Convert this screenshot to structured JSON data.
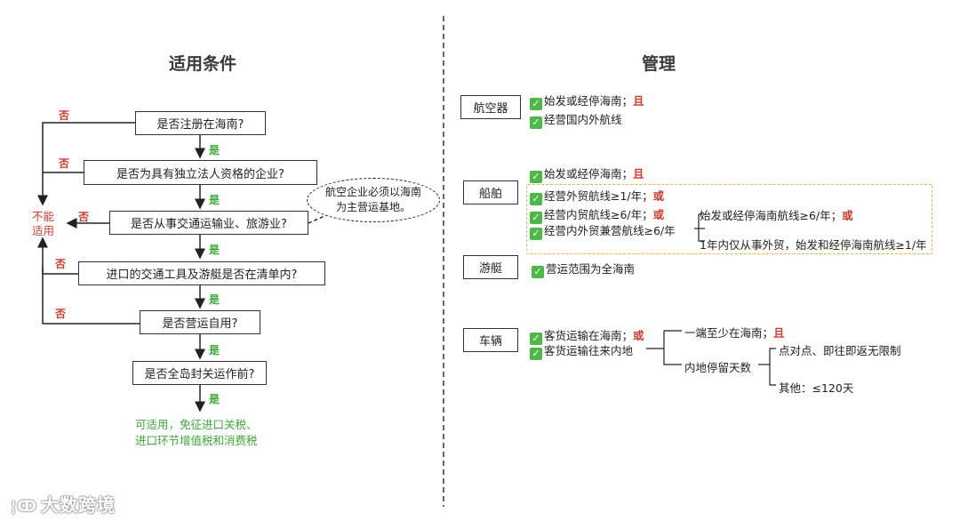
{
  "left": {
    "title": "适用条件",
    "questions": [
      "是否注册在海南?",
      "是否为具有独立法人资格的企业?",
      "是否从事交通运输业、旅游业?",
      "进口的交通工具及游艇是否在清单内?",
      "是否营运自用?",
      "是否全岛封关运作前?"
    ],
    "yes": "是",
    "no": "否",
    "not_applicable": [
      "不能",
      "适用"
    ],
    "result": [
      "可适用，免征进口关税、",
      "进口环节增值税和消费税"
    ],
    "note": [
      "航空企业必须以海南",
      "为主营运基地。"
    ]
  },
  "right": {
    "title": "管理",
    "aircraft": {
      "label": "航空器",
      "items": [
        "始发或经停海南；",
        "经营国内外航线"
      ],
      "and": "且"
    },
    "ship": {
      "label": "船舶",
      "items": [
        "始发或经停海南；",
        "经营外贸航线≥1/年；",
        "经营内贸航线≥6/年；",
        "经营内外贸兼营航线≥6/年"
      ],
      "and": "且",
      "or": "或",
      "sub": [
        "始发或经停海南航线≥6/年；",
        "1年内仅从事外贸，始发和经停海南航线≥1/年"
      ]
    },
    "yacht": {
      "label": "游艇",
      "items": [
        "营运范围为全海南"
      ]
    },
    "vehicle": {
      "label": "车辆",
      "items": [
        "客货运输在海南；",
        "客货运输往来内地"
      ],
      "or": "或",
      "and": "且",
      "sub1": "一端至少在海南；",
      "sub2": "内地停留天数",
      "sub3": [
        "点对点、即往即返无限制",
        "其他：≤120天"
      ]
    }
  },
  "watermark": "大数跨境",
  "colors": {
    "red": "#d33a2c",
    "green": "#3aaa35",
    "check": "#4cb848",
    "dashed_box": "#f0b43c"
  }
}
